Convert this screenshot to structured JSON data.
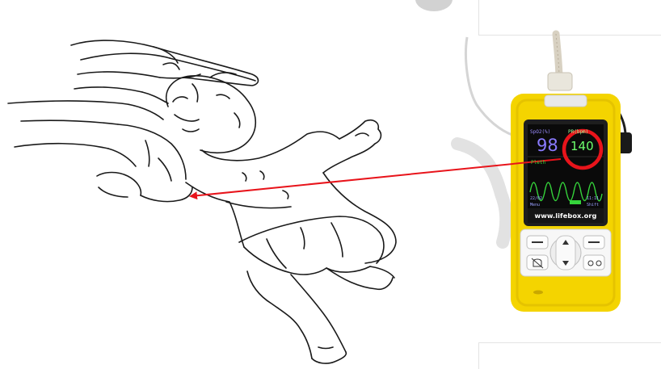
{
  "figure": {
    "device": {
      "brand_url": "www.lifebox.org",
      "brand_color": "#f5d800",
      "screen": {
        "spo2_label": "SpO2(%)",
        "spo2_value": "98",
        "pr_label": "PR(bpm)",
        "pr_value": "140",
        "pleth_label": "Pleth",
        "menu_label": "Menu",
        "shift_label": "Shift",
        "time": "11:11",
        "date": "22/02"
      },
      "highlight": {
        "target": "pulse-rate-value",
        "color": "#e8141b"
      }
    },
    "annotation": {
      "arrow_color": "#e8141b",
      "from": "pulse-rate-value",
      "to": "infant-brachial-pulse"
    }
  }
}
